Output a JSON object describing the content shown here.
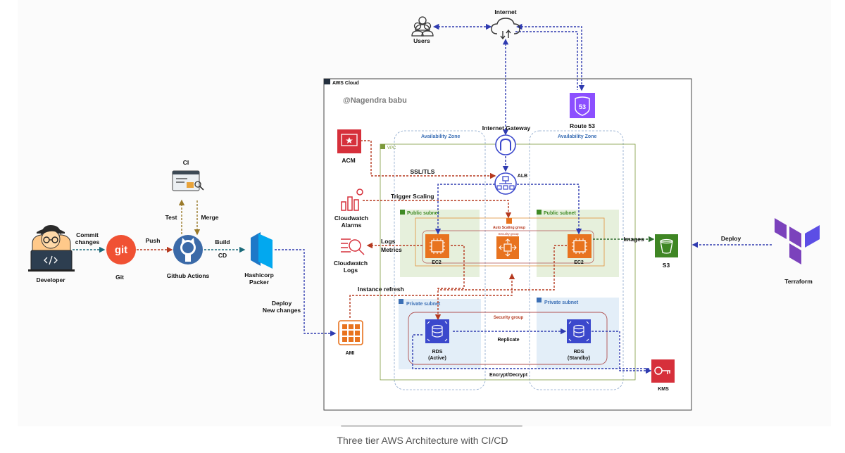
{
  "labels": {
    "developer": "Developer",
    "commit_1": "Commit",
    "commit_2": "changes",
    "git": "Git",
    "git_logo": "git",
    "push": "Push",
    "github_actions": "Github Actions",
    "ci": "CI",
    "test": "Test",
    "merge": "Merge",
    "build": "Build",
    "cd": "CD",
    "packer_1": "Hashicorp",
    "packer_2": "Packer",
    "deploy_nc_1": "Deploy",
    "deploy_nc_2": "New changes",
    "ami": "AMI",
    "users": "Users",
    "internet": "Internet",
    "aws_cloud": "AWS Cloud",
    "author": "@Nagendra babu",
    "route53": "Route 53",
    "route53_badge": "53",
    "internet_gateway": "Internet Gateway",
    "az_left": "Availability Zone",
    "az_right": "Availability Zone",
    "vpc": "VPC",
    "acm": "ACM",
    "ssl_tls": "SSL/TLS",
    "alb": "ALB",
    "trigger_scaling": "Trigger Scaling",
    "cw_alarms_1": "Cloudwatch",
    "cw_alarms_2": "Alarms",
    "cw_logs_1": "Cloudwatch",
    "cw_logs_2": "Logs",
    "logs": "Logs",
    "metrics": "Metrics",
    "public_subnet_left": "Public subnet",
    "public_subnet_right": "Public subnet",
    "auto_scaling_group": "Auto Scaling group",
    "security_group_small": "Security group",
    "ec2_left": "EC2",
    "ec2_right": "EC2",
    "instance_refresh": "Instance refresh",
    "private_subnet_left": "Private subnet",
    "private_subnet_right": "Private subnet",
    "security_group": "Security group",
    "rds_active_1": "RDS",
    "rds_active_2": "(Active)",
    "rds_standby_1": "RDS",
    "rds_standby_2": "(Standby)",
    "replicate": "Replicate",
    "encrypt_decrypt": "Encrypt/Decrypt",
    "images": "Images",
    "s3": "S3",
    "kms": "KMS",
    "deploy": "Deploy",
    "terraform": "Terraform"
  },
  "caption": "Three tier AWS Architecture with CI/CD",
  "colors": {
    "flow_blue": "#2f3bb0",
    "flow_red": "#b5391f",
    "flow_teal": "#1a6a7a",
    "flow_green": "#2e6b2e",
    "flow_olive": "#9a7a2a",
    "aws_red": "#d6303b",
    "aws_orange": "#e8731f",
    "aws_purple": "#8c4fff",
    "aws_blue": "#3b48cc",
    "aws_green": "#3f8624",
    "terraform": "#7b42bc",
    "git": "#f05133",
    "packer": "#02a8ef"
  }
}
